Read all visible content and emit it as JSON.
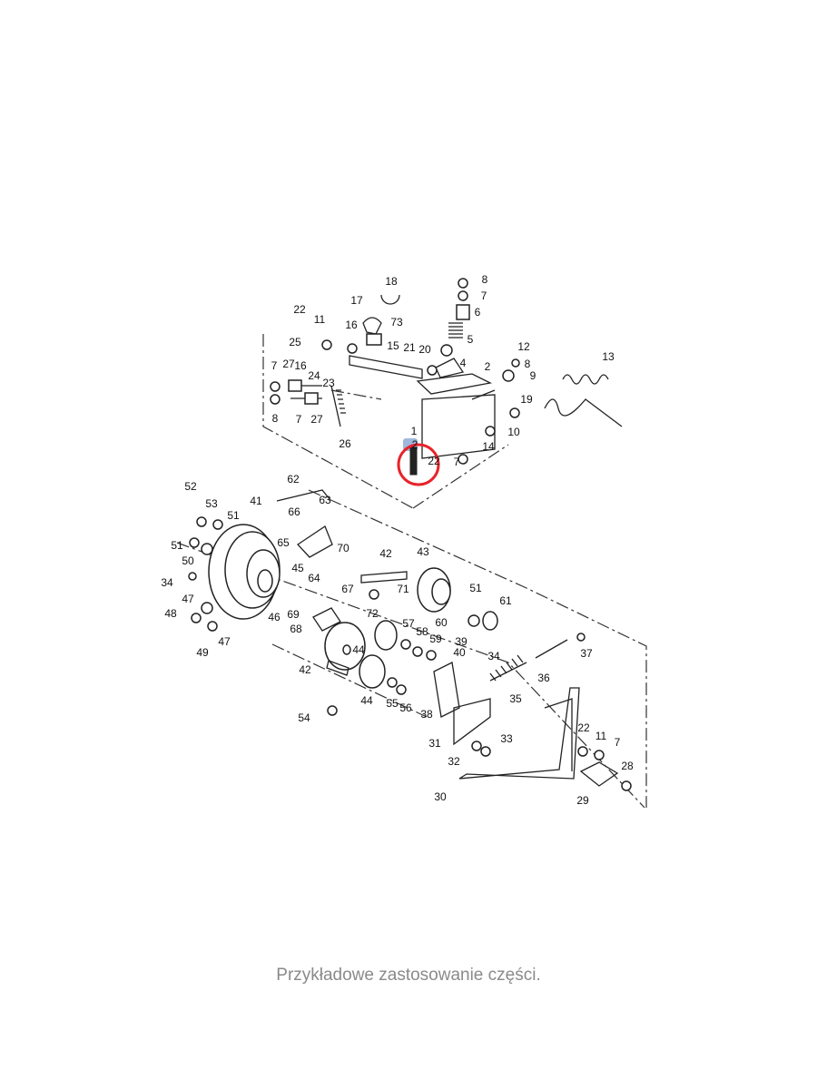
{
  "caption": "Przykładowe zastosowanie części.",
  "highlight_color": "#e8232a",
  "marker_color": "#9fb8dd",
  "part_labels": [
    "18",
    "8",
    "17",
    "7",
    "73",
    "22",
    "11",
    "6",
    "16",
    "25",
    "15",
    "21",
    "20",
    "5",
    "12",
    "4",
    "8",
    "9",
    "2",
    "13",
    "7",
    "27",
    "16",
    "24",
    "23",
    "19",
    "8",
    "7",
    "27",
    "26",
    "1",
    "10",
    "14",
    "2",
    "22",
    "7",
    "62",
    "52",
    "53",
    "41",
    "66",
    "63",
    "51",
    "51",
    "65",
    "50",
    "70",
    "42",
    "43",
    "34",
    "45",
    "64",
    "47",
    "67",
    "71",
    "51",
    "61",
    "48",
    "46",
    "69",
    "72",
    "60",
    "68",
    "57",
    "58",
    "59",
    "39",
    "40",
    "49",
    "47",
    "44",
    "34",
    "42",
    "36",
    "37",
    "44",
    "55",
    "56",
    "35",
    "38",
    "54",
    "33",
    "31",
    "22",
    "11",
    "7",
    "32",
    "28",
    "30",
    "29"
  ]
}
